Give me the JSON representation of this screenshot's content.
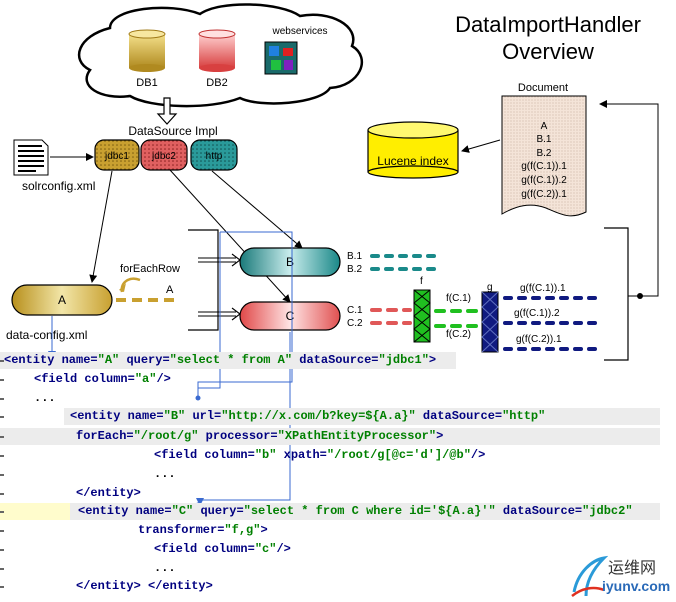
{
  "title": {
    "line1": "DataImportHandler",
    "line2": "Overview"
  },
  "cloud": {
    "db1": "DB1",
    "db2": "DB2",
    "webservices": "webservices"
  },
  "datasource": {
    "label": "DataSource Impl",
    "jdbc1": "jdbc1",
    "jdbc2": "jdbc2",
    "http": "http"
  },
  "solrconfig": "solrconfig.xml",
  "dataconfig": "data-config.xml",
  "entities": {
    "a": "A",
    "b": "B",
    "c": "C"
  },
  "foreachrow": "forEachRow",
  "a_label": "A",
  "streams": {
    "b1": "B.1",
    "b2": "B.2",
    "c1": "C.1",
    "c2": "C.2",
    "fc1": "f(C.1)",
    "fc2": "f(C.2)",
    "f": "f",
    "g": "g",
    "gfc1_1": "g(f(C.1)).1",
    "gfc1_2": "g(f(C.1)).2",
    "gfc2_1": "g(f(C.2)).1"
  },
  "lucene": "Lucene index",
  "document": {
    "title": "Document",
    "lines": [
      "A",
      "B.1",
      "B.2",
      "g(f(C.1)).1",
      "g(f(C.1)).2",
      "g(f(C.2)).1"
    ]
  },
  "code": [
    [
      [
        "tag",
        "<entity "
      ],
      [
        "attr",
        "name="
      ],
      [
        "val",
        "\"A\""
      ],
      [
        "plain",
        " "
      ],
      [
        "attr",
        "query="
      ],
      [
        "val",
        "\"select * from A\""
      ],
      [
        "plain",
        " "
      ],
      [
        "attr",
        "dataSource="
      ],
      [
        "val",
        "\"jdbc1\""
      ],
      [
        "tag",
        ">"
      ]
    ],
    [
      [
        "tag",
        "<field "
      ],
      [
        "attr",
        "column="
      ],
      [
        "val",
        "\"a\""
      ],
      [
        "tag",
        "/>"
      ]
    ],
    [
      [
        "plain",
        "..."
      ]
    ],
    [
      [
        "tag",
        "<entity "
      ],
      [
        "attr",
        "name="
      ],
      [
        "val",
        "\"B\""
      ],
      [
        "plain",
        " "
      ],
      [
        "attr",
        "url="
      ],
      [
        "val",
        "\"http://x.com/b?key=${A.a}\""
      ],
      [
        "plain",
        " "
      ],
      [
        "attr",
        "dataSource="
      ],
      [
        "val",
        "\"http\""
      ]
    ],
    [
      [
        "attr",
        "forEach="
      ],
      [
        "val",
        "\"/root/g\""
      ],
      [
        "plain",
        " "
      ],
      [
        "attr",
        "processor="
      ],
      [
        "val",
        "\"XPathEntityProcessor\""
      ],
      [
        "tag",
        ">"
      ]
    ],
    [
      [
        "tag",
        "<field "
      ],
      [
        "attr",
        "column="
      ],
      [
        "val",
        "\"b\""
      ],
      [
        "plain",
        " "
      ],
      [
        "attr",
        "xpath="
      ],
      [
        "val",
        "\"/root/g[@c='d']/@b\""
      ],
      [
        "tag",
        "/>"
      ]
    ],
    [
      [
        "plain",
        "..."
      ]
    ],
    [
      [
        "tag",
        "</entity>"
      ]
    ],
    [
      [
        "tag",
        "<entity "
      ],
      [
        "attr",
        "name="
      ],
      [
        "val",
        "\"C\""
      ],
      [
        "plain",
        " "
      ],
      [
        "attr",
        "query="
      ],
      [
        "val",
        "\"select * from C where id='${A.a}'\""
      ],
      [
        "plain",
        " "
      ],
      [
        "attr",
        "dataSource="
      ],
      [
        "val",
        "\"jdbc2\""
      ]
    ],
    [
      [
        "attr",
        "transformer="
      ],
      [
        "val",
        "\"f,g\""
      ],
      [
        "tag",
        ">"
      ]
    ],
    [
      [
        "tag",
        "<field "
      ],
      [
        "attr",
        "column="
      ],
      [
        "val",
        "\"c\""
      ],
      [
        "tag",
        "/>"
      ]
    ],
    [
      [
        "plain",
        "..."
      ]
    ],
    [
      [
        "tag",
        "</entity>"
      ],
      [
        "plain",
        " "
      ],
      [
        "tag",
        "</entity>"
      ]
    ]
  ],
  "watermark": {
    "cn": "运维网",
    "url": "iyunv.com"
  },
  "colors": {
    "jdbc1": "#c9a030",
    "jdbc2": "#e06060",
    "http": "#2a9a9a",
    "streamTeal": "#1a8a8a",
    "streamRed": "#e05858",
    "streamGreen": "#20c020",
    "streamNavy": "#101a80",
    "lucene": "#ffee00"
  }
}
